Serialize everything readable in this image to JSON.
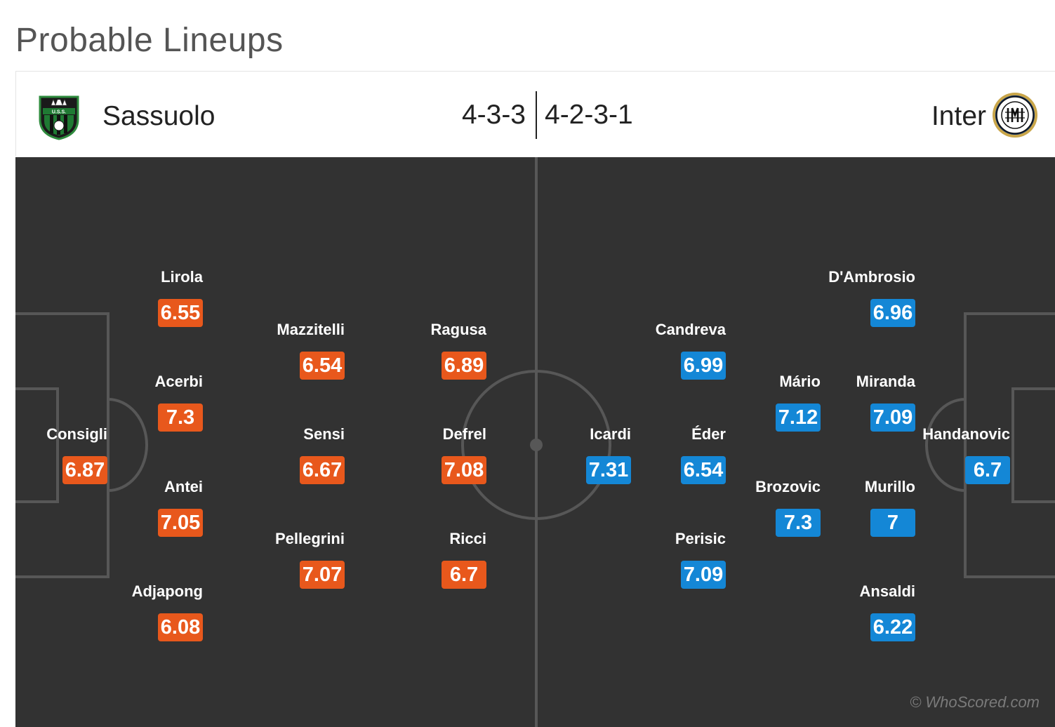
{
  "page_title": "Probable Lineups",
  "match": {
    "home": {
      "name": "Sassuolo",
      "formation": "4-3-3",
      "crest_text": "U.S.S.",
      "color": "#e8581c",
      "crest_icon": "sassuolo-crest-icon"
    },
    "away": {
      "name": "Inter",
      "formation": "4-2-3-1",
      "crest_text": "FCIM",
      "color": "#1487d6",
      "crest_icon": "inter-crest-icon"
    }
  },
  "home_players": [
    {
      "name": "Consigli",
      "rating": "6.87"
    },
    {
      "name": "Lirola",
      "rating": "6.55"
    },
    {
      "name": "Acerbi",
      "rating": "7.3"
    },
    {
      "name": "Antei",
      "rating": "7.05"
    },
    {
      "name": "Adjapong",
      "rating": "6.08"
    },
    {
      "name": "Mazzitelli",
      "rating": "6.54"
    },
    {
      "name": "Sensi",
      "rating": "6.67"
    },
    {
      "name": "Pellegrini",
      "rating": "7.07"
    },
    {
      "name": "Ragusa",
      "rating": "6.89"
    },
    {
      "name": "Defrel",
      "rating": "7.08"
    },
    {
      "name": "Ricci",
      "rating": "6.7"
    }
  ],
  "away_players": [
    {
      "name": "Handanovic",
      "rating": "6.7"
    },
    {
      "name": "D'Ambrosio",
      "rating": "6.96"
    },
    {
      "name": "Miranda",
      "rating": "7.09"
    },
    {
      "name": "Murillo",
      "rating": "7"
    },
    {
      "name": "Ansaldi",
      "rating": "6.22"
    },
    {
      "name": "Mário",
      "rating": "7.12"
    },
    {
      "name": "Brozovic",
      "rating": "7.3"
    },
    {
      "name": "Candreva",
      "rating": "6.99"
    },
    {
      "name": "Éder",
      "rating": "6.54"
    },
    {
      "name": "Perisic",
      "rating": "7.09"
    },
    {
      "name": "Icardi",
      "rating": "7.31"
    }
  ],
  "watermark": "© WhoScored.com"
}
